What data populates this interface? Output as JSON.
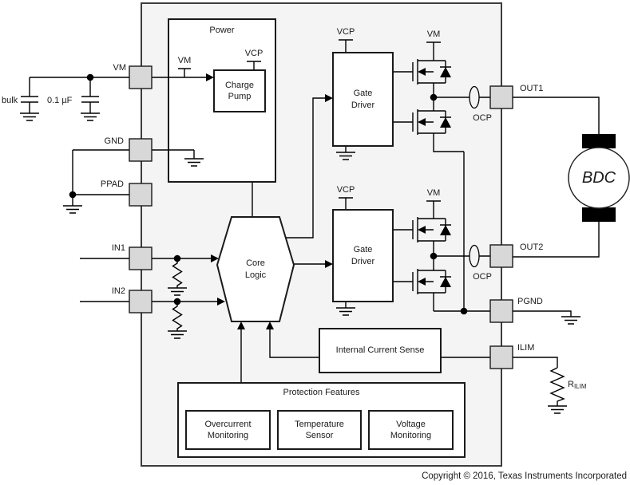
{
  "diagram": {
    "copyright": "Copyright © 2016, Texas Instruments Incorporated",
    "pins": {
      "vm": "VM",
      "gnd": "GND",
      "ppad": "PPAD",
      "in1": "IN1",
      "in2": "IN2",
      "out1": "OUT1",
      "out2": "OUT2",
      "pgnd": "PGND",
      "ilim": "ILIM"
    },
    "blocks": {
      "power": "Power",
      "charge_pump": "Charge Pump",
      "gate_driver_1": "Gate Driver",
      "gate_driver_2": "Gate Driver",
      "core_logic": "Core Logic",
      "internal_current_sense": "Internal Current Sense",
      "protection_features": "Protection Features",
      "overcurrent_monitoring": "Overcurrent Monitoring",
      "temperature_sensor": "Temperature Sensor",
      "voltage_monitoring": "Voltage Monitoring"
    },
    "rails": {
      "vm_power": "VM",
      "vcp_power": "VCP",
      "vcp_gd1": "VCP",
      "vm_bridge1": "VM",
      "vcp_gd2": "VCP",
      "vm_bridge2": "VM"
    },
    "annotations": {
      "bulk_cap": "bulk",
      "bypass_cap": "0.1 µF",
      "ocp1": "OCP",
      "ocp2": "OCP",
      "motor": "BDC",
      "rilim_name": "R",
      "rilim_sub": "ILIM"
    },
    "colors": {
      "ic_fill": "#f4f4f4",
      "pin_fill": "#d8d8d8",
      "line": "#000000",
      "box_border": "#1a1a1a"
    }
  }
}
